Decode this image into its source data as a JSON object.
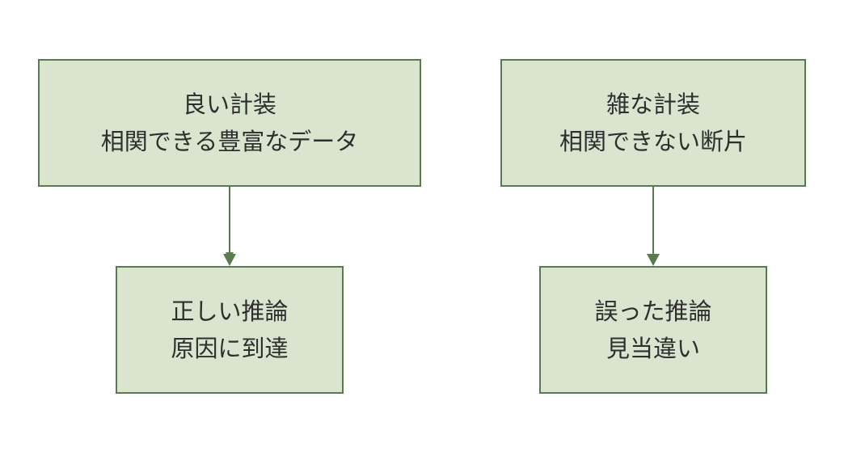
{
  "nodes": {
    "good_instrumentation": {
      "line1": "良い計装",
      "line2": "相関できる豊富なデータ"
    },
    "sloppy_instrumentation": {
      "line1": "雑な計装",
      "line2": "相関できない断片"
    },
    "correct_reasoning": {
      "line1": "正しい推論",
      "line2": "原因に到達"
    },
    "wrong_reasoning": {
      "line1": "誤った推論",
      "line2": "見当違い"
    }
  },
  "edges": [
    {
      "from": "good_instrumentation",
      "to": "correct_reasoning"
    },
    {
      "from": "sloppy_instrumentation",
      "to": "wrong_reasoning"
    }
  ],
  "colors": {
    "node_fill": "#dae5cf",
    "node_border": "#5b7a4f",
    "edge": "#5b7a4f",
    "text": "#2e2e2e"
  }
}
